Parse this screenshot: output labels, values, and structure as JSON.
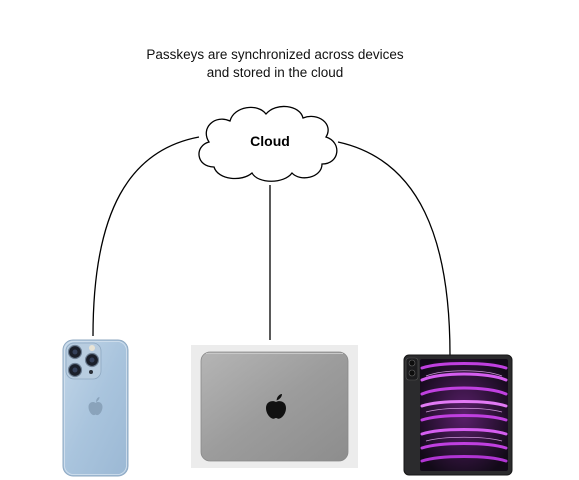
{
  "caption": {
    "line1": "Passkeys are synchronized across devices",
    "line2": "and stored in the cloud"
  },
  "cloud": {
    "label": "Cloud",
    "icon": "cloud-icon"
  },
  "devices": [
    {
      "icon": "iphone-icon"
    },
    {
      "icon": "macbook-icon"
    },
    {
      "icon": "ipad-icon"
    }
  ],
  "colors": {
    "line": "#000000",
    "iphone_body": "#a9c4dd",
    "macbook_body": "#9a9a9a",
    "ipad_frame": "#2a2a2a",
    "ipad_screen_accent": "#c040e0"
  }
}
